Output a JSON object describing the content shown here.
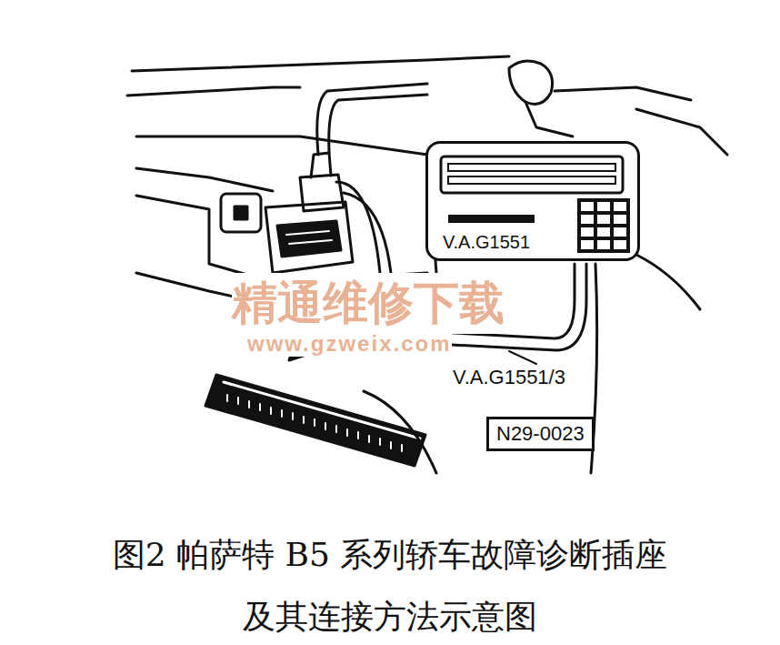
{
  "diagram": {
    "caption": "图2 帕萨特 B5 系列轿车故障诊断插座 及其连接方法示意图",
    "nodes": [
      {
        "text": [
          "V.A.G1551"
        ]
      },
      {
        "text": [
          "N29-0023"
        ]
      }
    ],
    "labels": [
      "V.A.G1551/3",
      "精通维修下载",
      "www.gzweix.com"
    ]
  }
}
